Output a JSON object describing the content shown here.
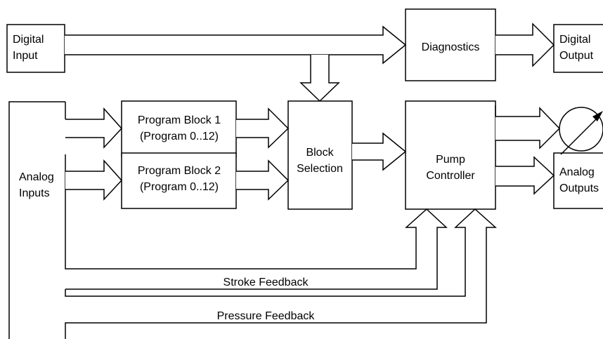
{
  "blocks": {
    "digital_input": [
      "Digital",
      "Input"
    ],
    "diagnostics": "Diagnostics",
    "digital_output": [
      "Digital",
      "Output"
    ],
    "analog_inputs": [
      "Analog",
      "Inputs"
    ],
    "program_block_1": [
      "Program Block 1",
      "(Program 0..12)"
    ],
    "program_block_2": [
      "Program Block 2",
      "(Program 0..12)"
    ],
    "block_selection": [
      "Block",
      "Selection"
    ],
    "pump_controller": [
      "Pump",
      "Controller"
    ],
    "analog_outputs": [
      "Analog",
      "Outputs"
    ]
  },
  "feedback": {
    "stroke": "Stroke Feedback",
    "pressure": "Pressure Feedback"
  }
}
